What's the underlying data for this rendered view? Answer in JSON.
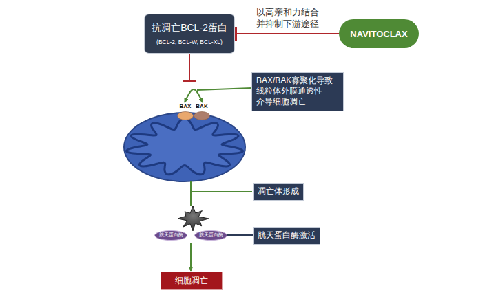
{
  "diagram": {
    "nodes": [
      {
        "text": [
          "抗凋亡BCL-2蛋白",
          "(BCL-2, BCL-W, BCL-XL)"
        ]
      },
      {
        "text": [
          "NAVITOCLAX"
        ]
      },
      {
        "text": [
          "BAX/BAK寡聚化导致 线粒体外膜通透性 介导细胞凋亡"
        ]
      },
      {
        "text": [
          "BAX"
        ]
      },
      {
        "text": [
          "BAK"
        ]
      },
      {
        "text": [
          "凋亡体形成"
        ]
      },
      {
        "text": [
          "胱天蛋白酶"
        ]
      },
      {
        "text": [
          "胱天蛋白酶"
        ]
      },
      {
        "text": [
          "胱天蛋白酶激活"
        ]
      },
      {
        "text": [
          "细胞凋亡"
        ]
      }
    ],
    "edges": [
      {
        "from": 1,
        "to": 0,
        "arrow": "to",
        "label": "以高亲和力结合 并抑制下游途径"
      },
      {
        "from": 3,
        "to": 4,
        "arrow": "both"
      },
      {
        "from": 7,
        "to": 8,
        "arrow": "none"
      }
    ]
  }
}
